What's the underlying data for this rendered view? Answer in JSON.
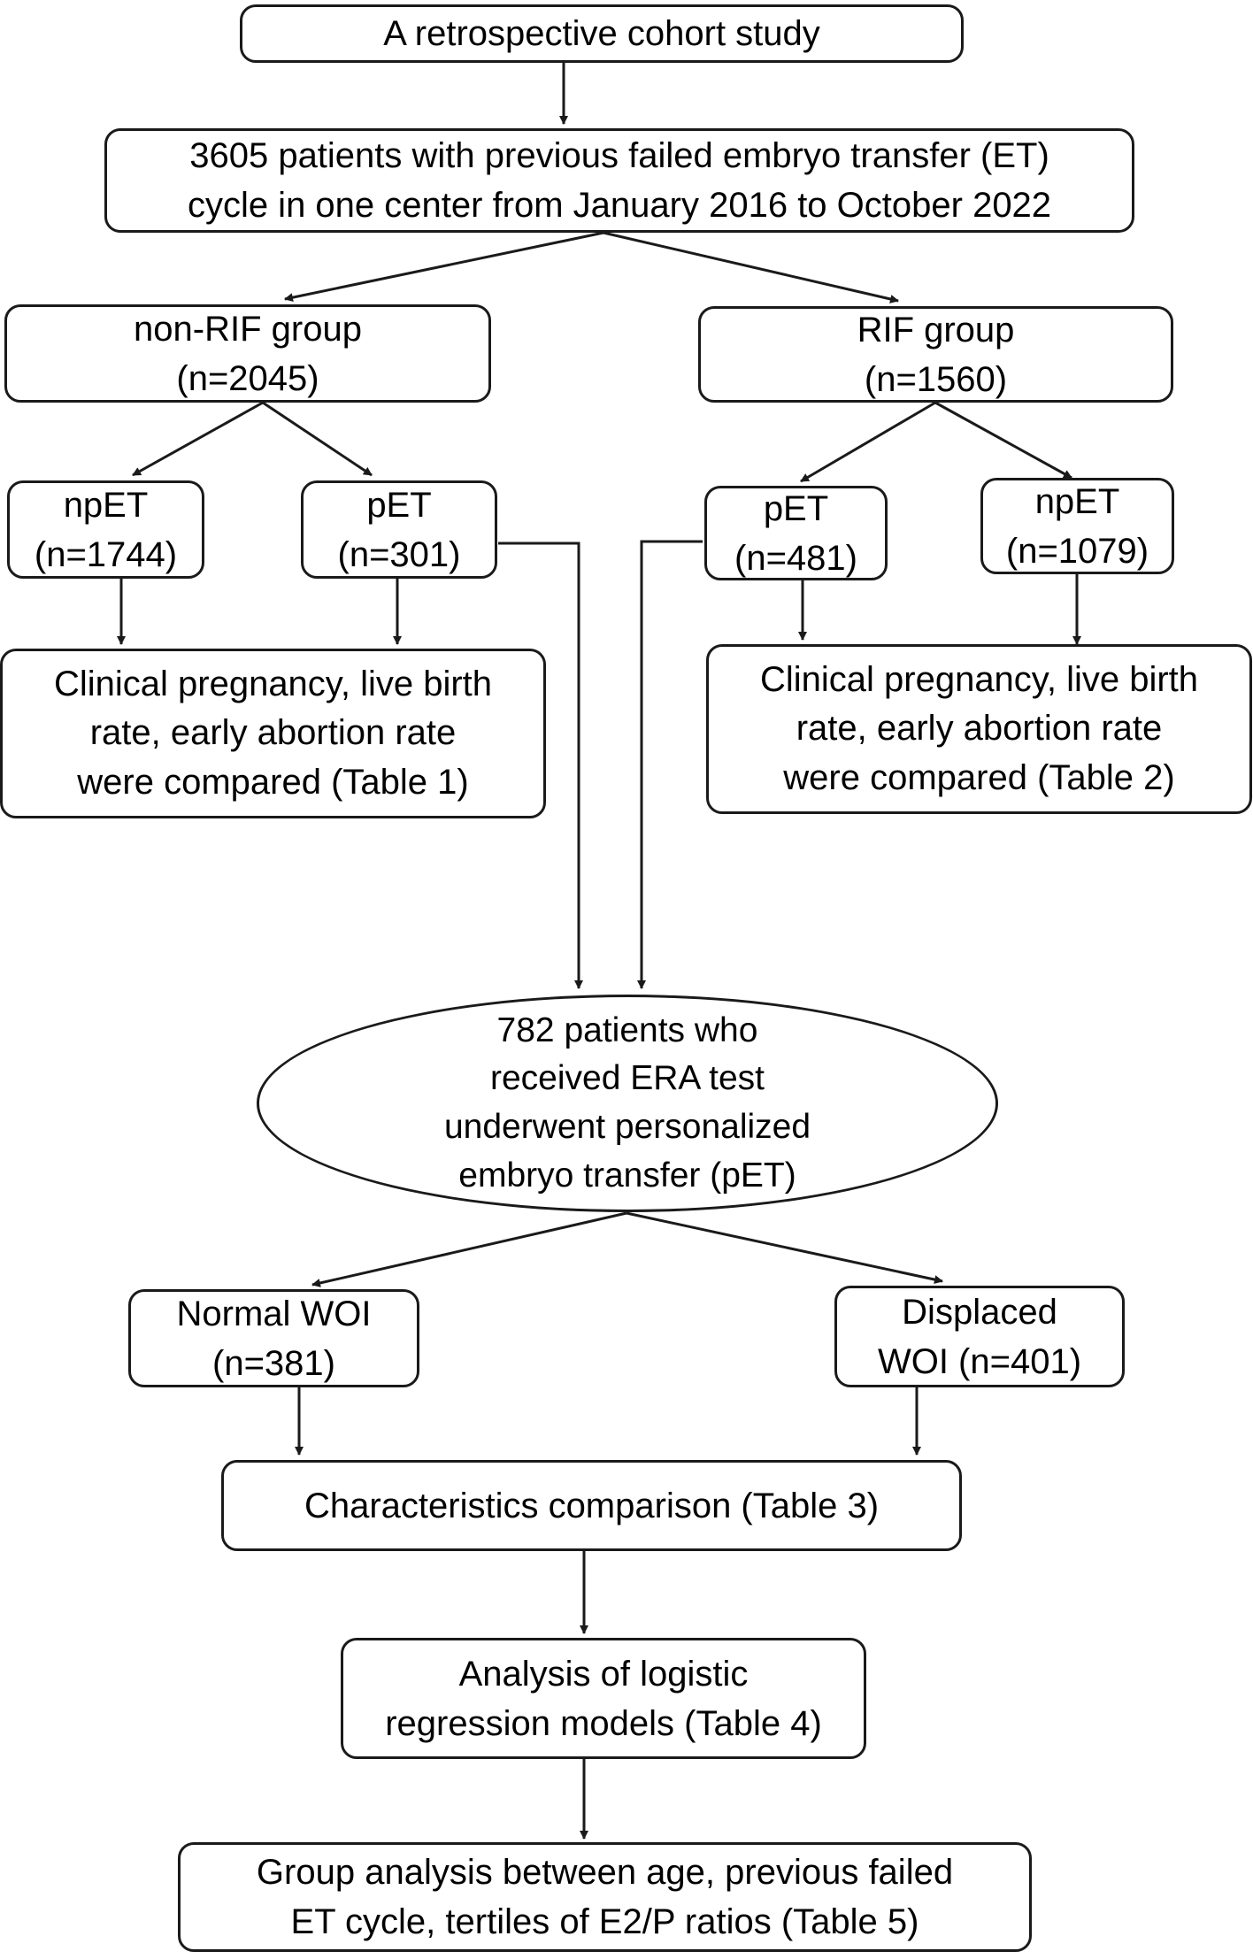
{
  "nodes": {
    "study": {
      "lines": [
        "A retrospective cohort study"
      ]
    },
    "patients": {
      "lines": [
        "3605 patients with previous failed embryo transfer (ET)",
        "cycle in one center from January 2016 to October 2022"
      ]
    },
    "non_rif": {
      "lines": [
        "non-RIF group",
        "(n=2045)"
      ]
    },
    "rif": {
      "lines": [
        "RIF group",
        "(n=1560)"
      ]
    },
    "npet_left": {
      "lines": [
        "npET",
        "(n=1744)"
      ]
    },
    "pet_left": {
      "lines": [
        "pET",
        "(n=301)"
      ]
    },
    "pet_right": {
      "lines": [
        "pET",
        "(n=481)"
      ]
    },
    "npet_right": {
      "lines": [
        "npET",
        "(n=1079)"
      ]
    },
    "compare_left": {
      "lines": [
        "Clinical pregnancy, live birth",
        "rate, early abortion rate",
        "were compared (Table 1)"
      ]
    },
    "compare_right": {
      "lines": [
        "Clinical pregnancy, live birth",
        "rate, early abortion rate",
        "were compared  (Table 2)"
      ]
    },
    "era": {
      "lines": [
        "782 patients who",
        "received ERA test",
        "underwent personalized",
        "embryo transfer (pET)"
      ]
    },
    "normal_woi": {
      "lines": [
        "Normal WOI",
        "(n=381)"
      ]
    },
    "displaced_woi": {
      "lines": [
        "Displaced",
        "WOI (n=401)"
      ]
    },
    "characteristics": {
      "lines": [
        "Characteristics comparison (Table 3)"
      ]
    },
    "logistic": {
      "lines": [
        "Analysis of logistic",
        "regression models (Table 4)"
      ]
    },
    "group_analysis": {
      "lines": [
        "Group analysis between age, previous failed",
        "ET cycle, tertiles of E2/P ratios (Table 5)"
      ]
    }
  }
}
